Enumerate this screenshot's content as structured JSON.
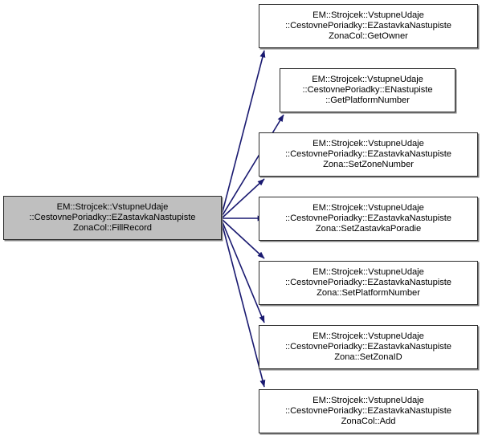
{
  "diagram": {
    "type": "call-graph",
    "title": "Doxygen caller/callee graph",
    "colors": {
      "edge": "#191970",
      "node_border": "#2b2b2b",
      "node_fill": "#ffffff",
      "current_node_fill": "#bfbfbf",
      "background": "#ffffff",
      "text": "#000000"
    },
    "source_node": {
      "id": "fillrecord",
      "label": "EM::Strojcek::VstupneUdaje\n::CestovnePoriadky::EZastavkaNastupiste\nZonaCol::FillRecord",
      "highlighted": true
    },
    "target_nodes": [
      {
        "id": "getowner",
        "label": "EM::Strojcek::VstupneUdaje\n::CestovnePoriadky::EZastavkaNastupiste\nZonaCol::GetOwner",
        "highlighted": false
      },
      {
        "id": "getplatformnumber",
        "label": "EM::Strojcek::VstupneUdaje\n::CestovnePoriadky::ENastupiste\n::GetPlatformNumber",
        "highlighted": false
      },
      {
        "id": "setzonenumber",
        "label": "EM::Strojcek::VstupneUdaje\n::CestovnePoriadky::EZastavkaNastupiste\nZona::SetZoneNumber",
        "highlighted": false
      },
      {
        "id": "setzastavkaporadie",
        "label": "EM::Strojcek::VstupneUdaje\n::CestovnePoriadky::EZastavkaNastupiste\nZona::SetZastavkaPoradie",
        "highlighted": false
      },
      {
        "id": "setplatformnumber",
        "label": "EM::Strojcek::VstupneUdaje\n::CestovnePoriadky::EZastavkaNastupiste\nZona::SetPlatformNumber",
        "highlighted": false
      },
      {
        "id": "setzonaid",
        "label": "EM::Strojcek::VstupneUdaje\n::CestovnePoriadky::EZastavkaNastupiste\nZona::SetZonaID",
        "highlighted": false
      },
      {
        "id": "add",
        "label": "EM::Strojcek::VstupneUdaje\n::CestovnePoriadky::EZastavkaNastupiste\nZonaCol::Add",
        "highlighted": false
      }
    ]
  }
}
